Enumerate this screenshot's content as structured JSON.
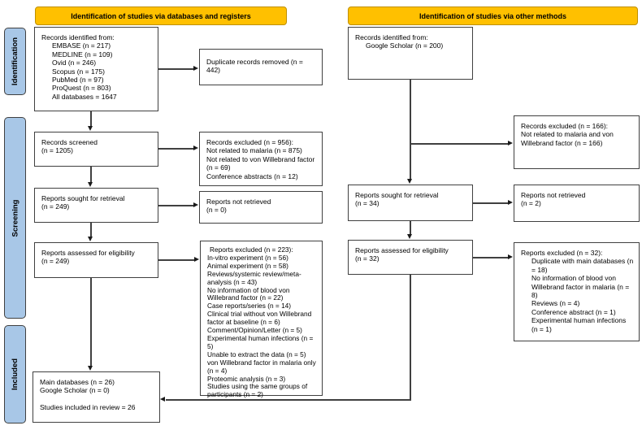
{
  "banners": {
    "databases": "Identification of studies via databases and registers",
    "other": "Identification of studies via other methods"
  },
  "sidebar": {
    "stages": [
      {
        "label": "Identification"
      },
      {
        "label": "Screening"
      },
      {
        "label": "Included"
      }
    ]
  },
  "left_column": {
    "records_identified": {
      "title": "Records identified from:",
      "items": [
        "EMBASE (n = 217)",
        "MEDLINE (n = 109)",
        "Ovid (n = 246)",
        "Scopus (n = 175)",
        "PubMed (n = 97)",
        "ProQuest (n = 803)",
        "All databases = 1647"
      ]
    },
    "duplicate_removed": {
      "text": "Duplicate records removed (n = 442)"
    },
    "records_screened": {
      "lines": [
        "Records screened",
        "(n = 1205)"
      ]
    },
    "records_excluded": {
      "title": "Records excluded (n = 956):",
      "items": [
        "Not related to malaria (n = 875)",
        "Not related to von Willebrand factor (n = 69)",
        "Conference abstracts (n = 12)"
      ]
    },
    "reports_sought": {
      "lines": [
        "Reports sought for retrieval",
        "(n = 249)"
      ]
    },
    "reports_not_retrieved": {
      "lines": [
        "Reports not retrieved",
        "(n = 0)"
      ]
    },
    "reports_assessed": {
      "lines": [
        "Reports assessed for eligibility",
        "(n = 249)"
      ]
    },
    "reports_excluded": {
      "title": "Reports excluded (n = 223):",
      "items": [
        "In-vitro experiment (n = 56)",
        "Animal experiment (n = 58)",
        "Reviews/systemic review/meta-analysis (n = 43)",
        "No information of blood von Willebrand factor (n = 22)",
        "Case reports/series (n = 14)",
        "Clinical trial without von Willebrand factor at baseline (n = 6)",
        "Comment/Opinion/Letter (n = 5)",
        "Experimental human infections (n = 5)",
        "Unable to extract the data (n = 5)",
        "von Willebrand factor in malaria only (n = 4)",
        "Proteomic analysis (n = 3)",
        "Studies using the same groups of participants (n = 2)"
      ]
    },
    "included": {
      "lines": [
        "Main databases (n = 26)",
        "Google Scholar (n = 0)"
      ],
      "total": "Studies included in review = 26"
    }
  },
  "right_column": {
    "records_identified": {
      "title": "Records identified from:",
      "items": [
        "Google Scholar (n = 200)"
      ]
    },
    "records_excluded": {
      "title": "Records excluded (n = 166):",
      "items": [
        "Not related to malaria and von Willebrand factor (n = 166)"
      ]
    },
    "reports_sought": {
      "lines": [
        "Reports sought for retrieval",
        "(n = 34)"
      ]
    },
    "reports_not_retrieved": {
      "lines": [
        "Reports not retrieved",
        "(n = 2)"
      ]
    },
    "reports_assessed": {
      "lines": [
        "Reports assessed for eligibility",
        "(n = 32)"
      ]
    },
    "reports_excluded": {
      "title": "Reports excluded (n = 32):",
      "items": [
        "Duplicate with main databases (n = 18)",
        "No information of blood von Willebrand factor in malaria (n = 8)",
        "Reviews (n = 4)",
        "Conference abstract (n = 1)",
        "Experimental human infections (n = 1)"
      ]
    }
  },
  "colors": {
    "banner_bg": "#FFC000",
    "stage_bg": "#A8C7E7",
    "box_border": "#404040",
    "line": "#404040",
    "text": "#000000"
  }
}
